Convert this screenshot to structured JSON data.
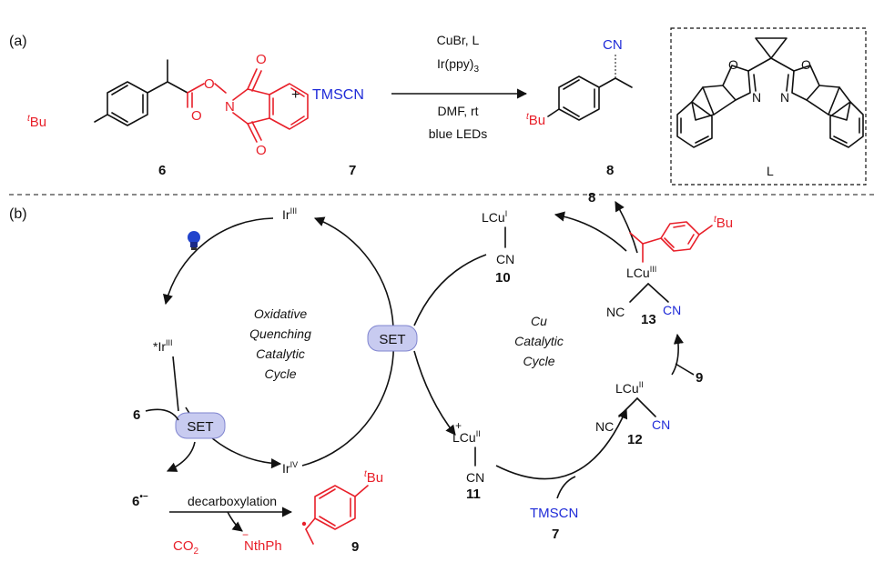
{
  "panel_a": {
    "label": "(a)",
    "plus": "+",
    "reagent_7": "TMSCN",
    "conditions": [
      "CuBr, L",
      "Ir(ppy)3",
      "DMF, rt",
      "blue LEDs"
    ],
    "ester_O": "O",
    "ester_O2": "O",
    "N": "N",
    "imide_O_top": "O",
    "imide_O_bottom": "O",
    "tbu_sup": "t",
    "tbu": "Bu",
    "product_cn": "CN",
    "cmpd_6": "6",
    "cmpd_7": "7",
    "cmpd_8": "8",
    "ligand_label": "L",
    "lig_O": "O",
    "lig_N": "N"
  },
  "panel_b": {
    "label": "(b)",
    "ir3": "Ir",
    "ir3_sup": "III",
    "ir3_excited": "*Ir",
    "ir3_excited_sup": "III",
    "ir4": "Ir",
    "ir4_sup": "IV",
    "left_cycle": [
      "Oxidative",
      "Quenching",
      "Catalytic",
      "Cycle"
    ],
    "right_cycle": [
      "Cu",
      "Catalytic",
      "Cycle"
    ],
    "set_center": "SET",
    "set_lower": "SET",
    "cmpd6": "6",
    "radical_anion_6": "6",
    "radical_anion_sup": "•−",
    "decarboxylation": "decarboxylation",
    "co2": "CO",
    "co2_sub": "2",
    "nthph": "NthPh",
    "nthph_charge": "−",
    "cmpd9": "9",
    "lcu1": "LCu",
    "lcu1_sup": "I",
    "cn10": "CN",
    "cmpd10": "10",
    "out8": "8",
    "lcu3": "LCu",
    "lcu3_sup": "III",
    "nc13": "NC",
    "cn13": "CN",
    "cmpd13": "13",
    "in9": "9",
    "lcu2_12": "LCu",
    "lcu2_12_sup": "II",
    "nc12": "NC",
    "cn12": "CN",
    "cmpd12": "12",
    "lcu2_11": "LCu",
    "lcu2_11_sup": "II",
    "plus11": "+",
    "cn11": "CN",
    "cmpd11": "11",
    "tmscn": "TMSCN",
    "cmpd7": "7",
    "tbu_sup": "t",
    "tbu": "Bu"
  }
}
